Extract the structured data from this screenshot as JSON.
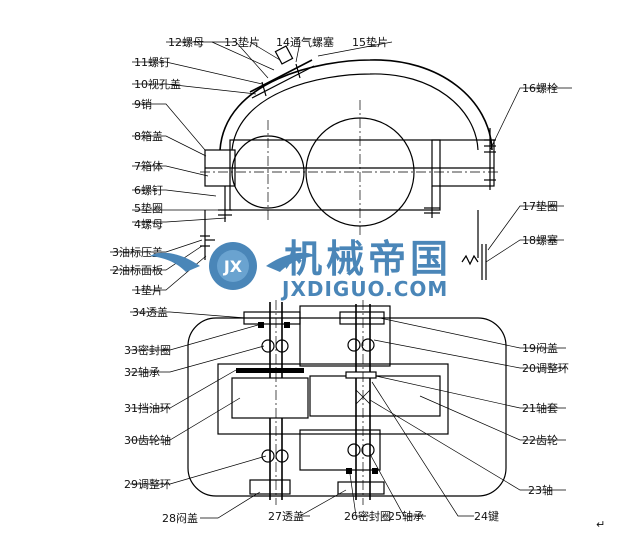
{
  "labels": {
    "l1": "1垫片",
    "l2": "2油标面板",
    "l3": "3油标压盖",
    "l4": "4螺母",
    "l5": "5垫圈",
    "l6": "6螺钉",
    "l7": "7箱体",
    "l8": "8箱盖",
    "l9": "9销",
    "l10": "10视孔盖",
    "l11": "11螺钉",
    "l12": "12螺母",
    "l13": "13垫片",
    "l14": "14通气螺塞",
    "l15": "15垫片",
    "l16": "16螺栓",
    "l17": "17垫圈",
    "l18": "18螺塞",
    "l19": "19闷盖",
    "l20": "20调整环",
    "l21": "21轴套",
    "l22": "22齿轮",
    "l23": "23轴",
    "l24": "24键",
    "l25": "25轴承",
    "l26": "26密封圈",
    "l27": "27透盖",
    "l28": "28闷盖",
    "l29": "29调整环",
    "l30": "30齿轮轴",
    "l31": "31挡油环",
    "l32": "32轴承",
    "l33": "33密封圈",
    "l34": "34透盖"
  },
  "watermark": {
    "title": "机械帝国",
    "url": "JXDIGUO.COM",
    "logo_text": "JX",
    "color": "#4a86b8"
  },
  "corner_mark": "↵"
}
